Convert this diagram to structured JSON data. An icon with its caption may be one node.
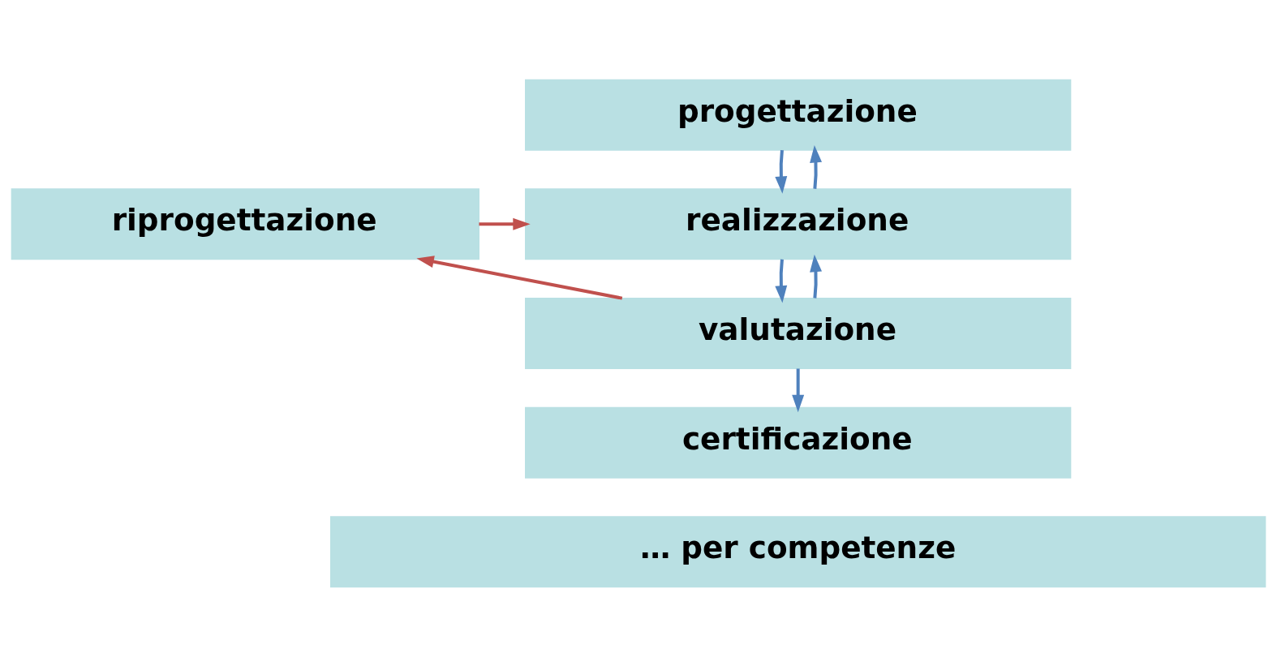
{
  "diagram": {
    "nodes": [
      {
        "text": [
          "progettazione"
        ]
      },
      {
        "text": [
          "realizzazione"
        ]
      },
      {
        "text": [
          "valutazione"
        ]
      },
      {
        "text": [
          "certificazione"
        ]
      },
      {
        "text": [
          "riprogettazione"
        ]
      },
      {
        "text": [
          "… per competenze"
        ]
      }
    ],
    "edges": [
      {
        "from": 0,
        "to": 1,
        "arrow": "to"
      },
      {
        "from": 1,
        "to": 2,
        "arrow": "to"
      },
      {
        "from": 2,
        "to": 3,
        "arrow": "to"
      },
      {
        "from": 2,
        "to": 1,
        "arrow": "to"
      },
      {
        "from": 1,
        "to": 0,
        "arrow": "to"
      },
      {
        "from": 2,
        "to": 4,
        "arrow": "to",
        "color": "#c0504d"
      },
      {
        "from": 4,
        "to": 1,
        "arrow": "to",
        "color": "#c0504d"
      }
    ]
  }
}
